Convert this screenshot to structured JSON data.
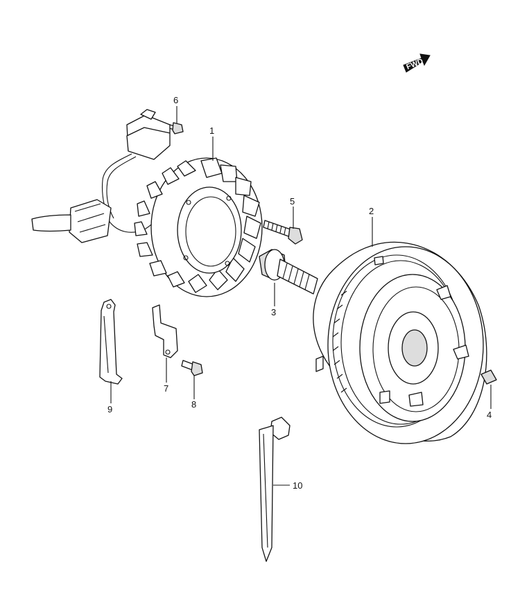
{
  "badge": {
    "text": "FWD"
  },
  "parts": [
    {
      "number": "1"
    },
    {
      "number": "2"
    },
    {
      "number": "3"
    },
    {
      "number": "4"
    },
    {
      "number": "5"
    },
    {
      "number": "6"
    },
    {
      "number": "7"
    },
    {
      "number": "8"
    },
    {
      "number": "9"
    },
    {
      "number": "10"
    }
  ]
}
